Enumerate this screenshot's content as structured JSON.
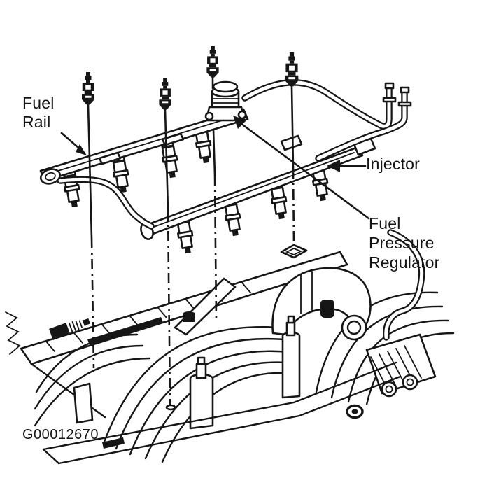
{
  "figure": {
    "type": "technical-illustration",
    "subject": "Engine fuel rail assembly with injectors and fuel pressure regulator",
    "background_color": "#ffffff",
    "ink_color": "#161616"
  },
  "labels": {
    "fuel_rail": "Fuel\nRail",
    "injector": "Injector",
    "fuel_pressure_regulator": "Fuel\nPressure\nRegulator",
    "figure_code": "G00012670"
  }
}
